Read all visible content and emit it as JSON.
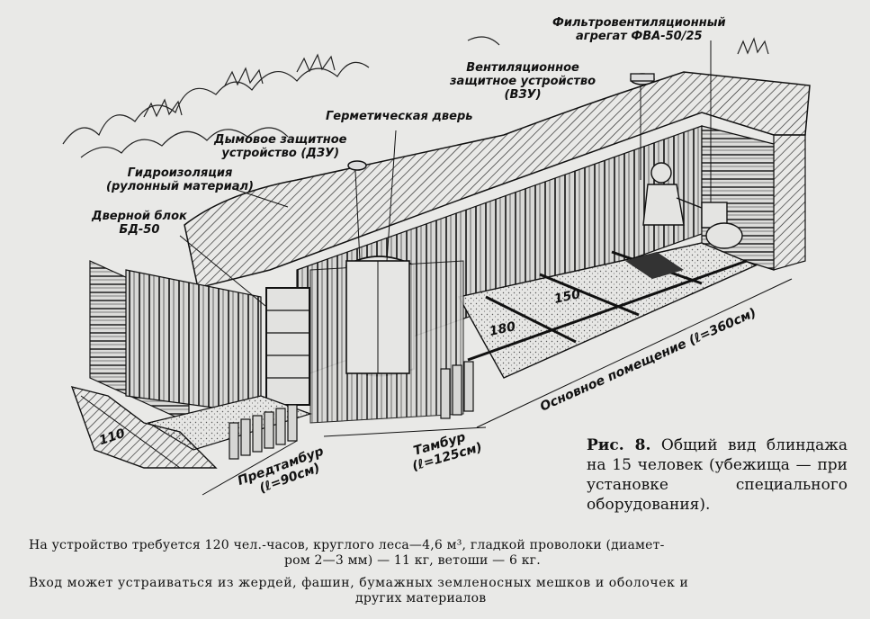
{
  "labels": {
    "fva_line1": "Фильтровентиляционный",
    "fva_line2": "агрегат ФВА-50/25",
    "vzu_line1": "Вентиляционное",
    "vzu_line2": "защитное устройство",
    "vzu_line3": "(ВЗУ)",
    "door": "Герметическая дверь",
    "dzu_line1": "Дымовое защитное",
    "dzu_line2": "устройство (ДЗУ)",
    "hydro_line1": "Гидроизоляция",
    "hydro_line2": "(рулонный материал)",
    "block_line1": "Дверной блок",
    "block_line2": "БД-50"
  },
  "dimensions": {
    "d110": "110",
    "d180": "180",
    "d150": "150",
    "predtambur": "Предтамбур",
    "predtambur_len": "(ℓ=90см)",
    "tambur": "Тамбур",
    "tambur_len": "(ℓ=125см)",
    "main_room": "Основное помещение (ℓ=360см)"
  },
  "caption": {
    "figure": "Рис. 8.",
    "text": "Общий вид блиндажа на 15 человек (убежища — при установке специального оборудования)."
  },
  "notes": {
    "line1": "На устройство требуется 120 чел.-часов, круглого леса—4,6 м³, гладкой проволоки (диамет-",
    "line2": "ром 2—3 мм) — 11 кг, ветоши — 6 кг.",
    "line3": "Вход может устраиваться из жердей, фашин, бумажных земленосных мешков и оболочек и",
    "line4": "других материалов"
  }
}
